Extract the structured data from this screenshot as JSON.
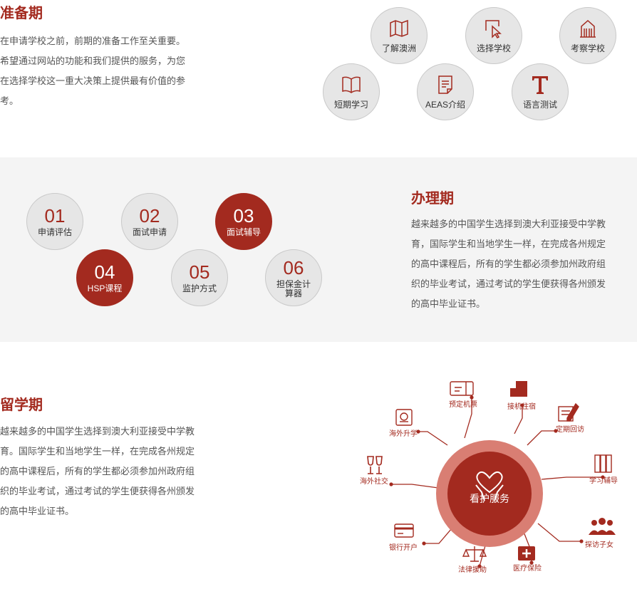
{
  "prep": {
    "title": "准备期",
    "description": "在申请学校之前，前期的准备工作至关重要。希望通过网站的功能和我们提供的服务，为您在选择学校这一重大决策上提供最有价值的参考。",
    "items": [
      {
        "label": "了解澳洲",
        "icon": "map-icon"
      },
      {
        "label": "选择学校",
        "icon": "cursor-select-icon"
      },
      {
        "label": "考察学校",
        "icon": "building-icon"
      },
      {
        "label": "短期学习",
        "icon": "book-icon"
      },
      {
        "label": "AEAS介绍",
        "icon": "document-icon"
      },
      {
        "label": "语言测试",
        "icon": "text-t-icon"
      }
    ]
  },
  "process": {
    "title": "办理期",
    "description": "越来越多的中国学生选择到澳大利亚接受中学教育，国际学生和当地学生一样，在完成各州规定的高中课程后，所有的学生都必须参加州政府组织的毕业考试，通过考试的学生便获得各州颁发的高中毕业证书。",
    "steps": [
      {
        "num": "01",
        "label": "申请评估",
        "active": false
      },
      {
        "num": "02",
        "label": "面试申请",
        "active": false
      },
      {
        "num": "03",
        "label": "面试辅导",
        "active": true
      },
      {
        "num": "04",
        "label": "HSP课程",
        "active": true
      },
      {
        "num": "05",
        "label": "监护方式",
        "active": false
      },
      {
        "num": "06",
        "label": "担保金计算器",
        "active": false
      }
    ]
  },
  "study": {
    "title": "留学期",
    "description": "越来越多的中国学生选择到澳大利亚接受中学教育。国际学生和当地学生一样，在完成各州规定的高中课程后，所有的学生都必须参加州政府组织的毕业考试，通过考试的学生便获得各州颁发的高中毕业证书。",
    "center": {
      "label": "看护服务",
      "icon": "heart-hands-icon"
    },
    "services": [
      {
        "label": "预定机票",
        "icon": "ticket-icon"
      },
      {
        "label": "接机住宿",
        "icon": "hotel-icon"
      },
      {
        "label": "定期回访",
        "icon": "notebook-pen-icon"
      },
      {
        "label": "学习辅导",
        "icon": "binders-icon"
      },
      {
        "label": "探访子女",
        "icon": "people-icon"
      },
      {
        "label": "医疗保险",
        "icon": "medical-kit-icon"
      },
      {
        "label": "法律援助",
        "icon": "scales-icon"
      },
      {
        "label": "银行开户",
        "icon": "bank-card-icon"
      },
      {
        "label": "海外社交",
        "icon": "wine-glasses-icon"
      },
      {
        "label": "海外升学",
        "icon": "passport-icon"
      }
    ]
  },
  "colors": {
    "accent": "#a32a1f",
    "ring": "#d97e73",
    "gray": "#e6e6e6"
  }
}
